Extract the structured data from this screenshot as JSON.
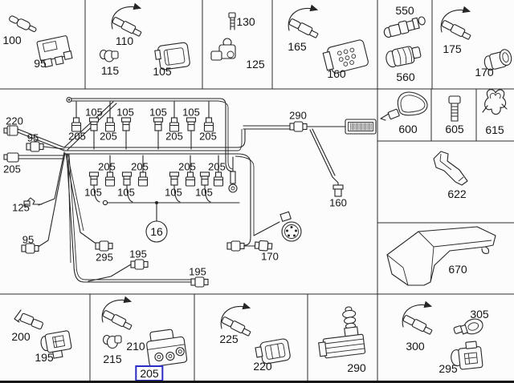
{
  "diagram": {
    "kind": "wiring-harness parts diagram",
    "selected_part": "205",
    "colors": {
      "selection": "#2a2ac4",
      "line": "#262626",
      "background": "#fcfcfc"
    }
  },
  "cells": {
    "top": [
      {
        "parts": [
          "100",
          "95"
        ]
      },
      {
        "parts": [
          "110",
          "115",
          "105"
        ]
      },
      {
        "parts": [
          "130",
          "125"
        ]
      },
      {
        "parts": [
          "165",
          "160"
        ]
      },
      {
        "parts": [
          "550",
          "560"
        ]
      },
      {
        "parts": [
          "175",
          "170"
        ]
      }
    ],
    "right": [
      {
        "parts": [
          "600"
        ]
      },
      {
        "parts": [
          "605"
        ]
      },
      {
        "parts": [
          "615"
        ]
      },
      {
        "parts": [
          "622"
        ]
      },
      {
        "parts": [
          "670"
        ]
      }
    ],
    "bottom": [
      {
        "parts": [
          "200",
          "195"
        ]
      },
      {
        "parts": [
          "215",
          "210",
          "205"
        ]
      },
      {
        "parts": [
          "225",
          "220"
        ]
      },
      {
        "parts": [
          "290"
        ]
      },
      {
        "parts": [
          "305",
          "300",
          "295"
        ]
      }
    ]
  },
  "harness": {
    "left_labels": [
      "220",
      "95",
      "205",
      "125",
      "95"
    ],
    "upper_row_above": [
      "105",
      "105",
      "105",
      "105"
    ],
    "upper_row_below": [
      "205",
      "205",
      "205",
      "205"
    ],
    "lower_row_above": [
      "205",
      "205",
      "205",
      "205"
    ],
    "lower_row_below": [
      "105",
      "105",
      "105",
      "105"
    ],
    "right_labels": [
      "290",
      "160"
    ],
    "bottom_labels": [
      "170",
      "295",
      "195",
      "195"
    ],
    "callout": "16"
  }
}
